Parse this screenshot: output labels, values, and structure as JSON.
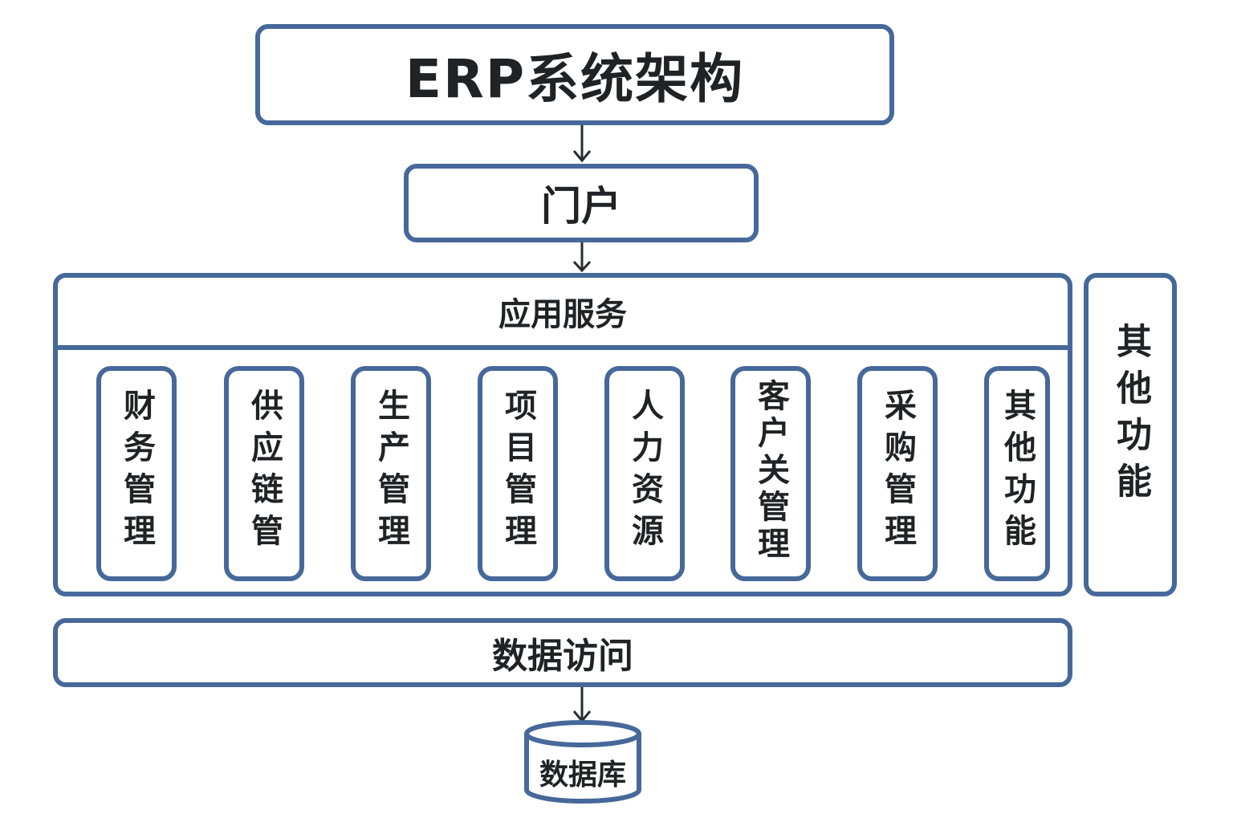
{
  "diagram": {
    "title": "ERP系统架构",
    "portal": "门户",
    "application_services": {
      "header": "应用服务",
      "modules": [
        {
          "label": "财务管理"
        },
        {
          "label": "供应链管"
        },
        {
          "label": "生产管理"
        },
        {
          "label": "项目管理"
        },
        {
          "label": "人力资源"
        },
        {
          "label": "客户关管理"
        },
        {
          "label": "采购管理"
        },
        {
          "label": "其他功能"
        }
      ]
    },
    "side_panel": "其他功能",
    "data_access": "数据访问",
    "database": "数据库",
    "colors": {
      "border": "#46689a",
      "text": "#1f2326",
      "arrow": "#2a2d30",
      "background": "#ffffff"
    }
  }
}
